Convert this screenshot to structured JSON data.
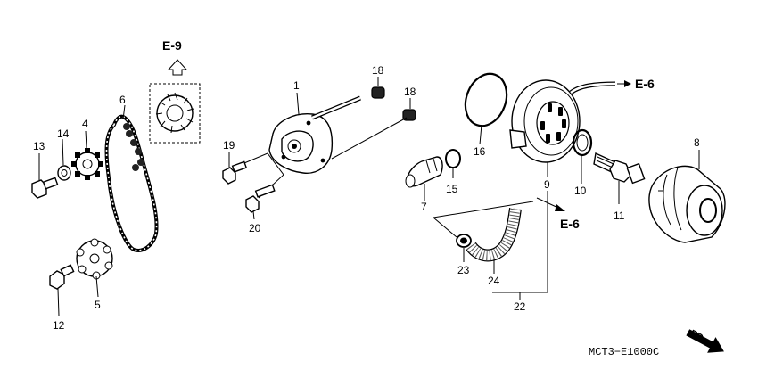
{
  "callouts": [
    {
      "id": "1",
      "label": "1"
    },
    {
      "id": "4",
      "label": "4"
    },
    {
      "id": "5",
      "label": "5"
    },
    {
      "id": "6",
      "label": "6"
    },
    {
      "id": "7",
      "label": "7"
    },
    {
      "id": "8",
      "label": "8"
    },
    {
      "id": "9",
      "label": "9"
    },
    {
      "id": "10",
      "label": "10"
    },
    {
      "id": "11",
      "label": "11"
    },
    {
      "id": "12",
      "label": "12"
    },
    {
      "id": "13",
      "label": "13"
    },
    {
      "id": "14",
      "label": "14"
    },
    {
      "id": "15",
      "label": "15"
    },
    {
      "id": "16",
      "label": "16"
    },
    {
      "id": "18a",
      "label": "18"
    },
    {
      "id": "18b",
      "label": "18"
    },
    {
      "id": "19",
      "label": "19"
    },
    {
      "id": "20",
      "label": "20"
    },
    {
      "id": "22",
      "label": "22"
    },
    {
      "id": "23",
      "label": "23"
    },
    {
      "id": "24",
      "label": "24"
    }
  ],
  "references": {
    "e9": "E-9",
    "e6_top": "E-6",
    "e6_mid": "E-6"
  },
  "diagram_code": "MCT3−E1000C",
  "front_marker": "FR."
}
